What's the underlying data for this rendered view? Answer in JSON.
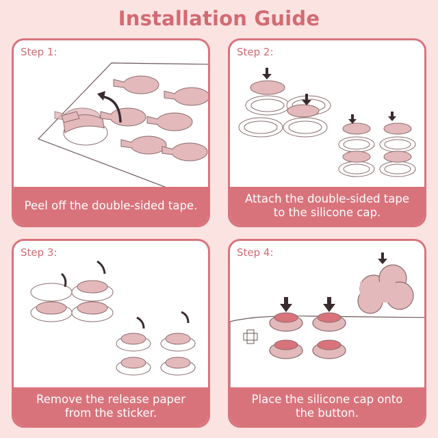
{
  "title": "Installation Guide",
  "colors": {
    "accent": "#d9737b",
    "title": "#d36a72",
    "background": "#fbe3e2",
    "sticker": "#e3b9bb"
  },
  "steps": [
    {
      "label": "Step 1:",
      "caption": "Peel off the double-sided tape."
    },
    {
      "label": "Step 2:",
      "caption": "Attach the double-sided tape\nto the silicone cap."
    },
    {
      "label": "Step 3:",
      "caption": "Remove the release paper\nfrom the sticker."
    },
    {
      "label": "Step 4:",
      "caption": "Place the silicone cap onto\nthe button."
    }
  ]
}
